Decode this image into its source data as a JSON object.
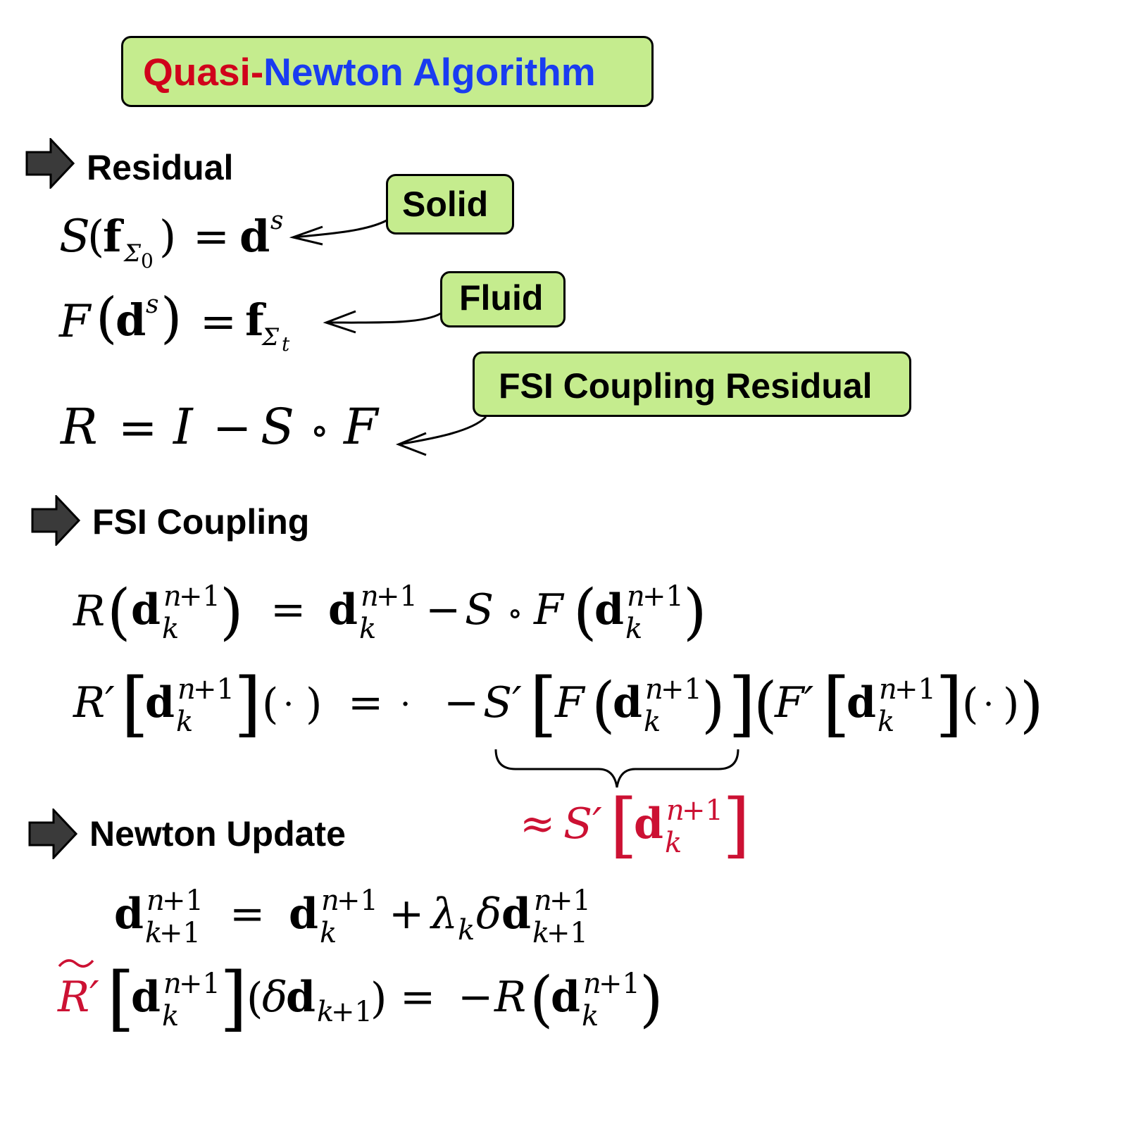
{
  "title": {
    "part1": "Quasi-",
    "part2": "Newton Algorithm",
    "color1": "#d0021b",
    "color2": "#1a3cf0"
  },
  "box_fill": "#c5ec8e",
  "sections": {
    "residual": "Residual",
    "coupling": "FSI Coupling",
    "newton": "Newton Update"
  },
  "callouts": {
    "solid": "Solid",
    "fluid": "Fluid",
    "fsi_residual": "FSI Coupling Residual"
  },
  "approx_color": "#cc1133",
  "icons": [
    "right-arrow-icon"
  ]
}
